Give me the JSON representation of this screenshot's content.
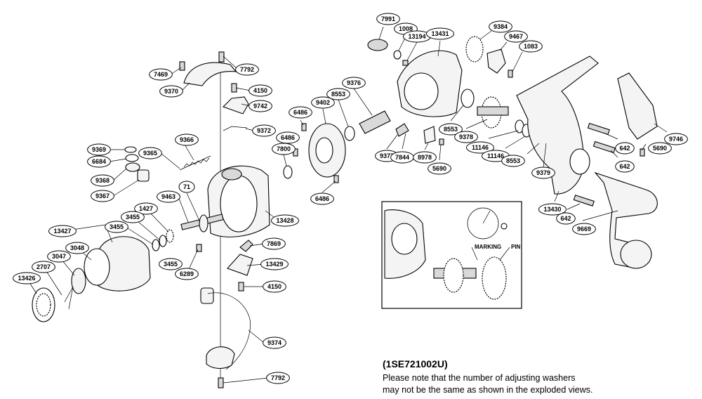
{
  "document_code": "(1SE721002U)",
  "note": {
    "line1": "Please note that the number of adjusting washers",
    "line2": "may not be the same as shown in the exploded views."
  },
  "inset": {
    "marking_label": "MARKING",
    "pin_label": "PIN"
  },
  "callouts": [
    {
      "id": "7469",
      "label": "7469"
    },
    {
      "id": "7792-top",
      "label": "7792"
    },
    {
      "id": "9370",
      "label": "9370"
    },
    {
      "id": "4150-top",
      "label": "4150"
    },
    {
      "id": "9742",
      "label": "9742"
    },
    {
      "id": "9372",
      "label": "9372"
    },
    {
      "id": "9369",
      "label": "9369"
    },
    {
      "id": "6684",
      "label": "6684"
    },
    {
      "id": "9368",
      "label": "9368"
    },
    {
      "id": "9367",
      "label": "9367"
    },
    {
      "id": "9366",
      "label": "9366"
    },
    {
      "id": "9365",
      "label": "9365"
    },
    {
      "id": "9463",
      "label": "9463"
    },
    {
      "id": "71",
      "label": "71"
    },
    {
      "id": "1427",
      "label": "1427"
    },
    {
      "id": "3455-a",
      "label": "3455"
    },
    {
      "id": "3455-b",
      "label": "3455"
    },
    {
      "id": "3455-c",
      "label": "3455"
    },
    {
      "id": "13427",
      "label": "13427"
    },
    {
      "id": "3048",
      "label": "3048"
    },
    {
      "id": "3047",
      "label": "3047"
    },
    {
      "id": "2707",
      "label": "2707"
    },
    {
      "id": "13426",
      "label": "13426"
    },
    {
      "id": "6289",
      "label": "6289"
    },
    {
      "id": "13428",
      "label": "13428"
    },
    {
      "id": "7869",
      "label": "7869"
    },
    {
      "id": "13429",
      "label": "13429"
    },
    {
      "id": "4150-bottom",
      "label": "4150"
    },
    {
      "id": "9374",
      "label": "9374"
    },
    {
      "id": "7792-bottom",
      "label": "7792"
    },
    {
      "id": "6486-a",
      "label": "6486"
    },
    {
      "id": "6486-b",
      "label": "6486"
    },
    {
      "id": "6486-c",
      "label": "6486"
    },
    {
      "id": "9402",
      "label": "9402"
    },
    {
      "id": "7800",
      "label": "7800"
    },
    {
      "id": "8553-top",
      "label": "8553"
    },
    {
      "id": "9376",
      "label": "9376"
    },
    {
      "id": "7991",
      "label": "7991"
    },
    {
      "id": "1008",
      "label": "1008"
    },
    {
      "id": "13194",
      "label": "13194"
    },
    {
      "id": "13431",
      "label": "13431"
    },
    {
      "id": "9384",
      "label": "9384"
    },
    {
      "id": "9467",
      "label": "9467"
    },
    {
      "id": "1083",
      "label": "1083"
    },
    {
      "id": "9377",
      "label": "9377"
    },
    {
      "id": "7844",
      "label": "7844"
    },
    {
      "id": "8978",
      "label": "8978"
    },
    {
      "id": "5690-mid",
      "label": "5690"
    },
    {
      "id": "8553-mid",
      "label": "8553"
    },
    {
      "id": "9378",
      "label": "9378"
    },
    {
      "id": "11146-a",
      "label": "11146"
    },
    {
      "id": "11146-b",
      "label": "11146"
    },
    {
      "id": "8553-right",
      "label": "8553"
    },
    {
      "id": "9379",
      "label": "9379"
    },
    {
      "id": "642-a",
      "label": "642"
    },
    {
      "id": "642-b",
      "label": "642"
    },
    {
      "id": "642-c",
      "label": "642"
    },
    {
      "id": "9746",
      "label": "9746"
    },
    {
      "id": "5690-right",
      "label": "5690"
    },
    {
      "id": "13430",
      "label": "13430"
    },
    {
      "id": "9669",
      "label": "9669"
    }
  ]
}
